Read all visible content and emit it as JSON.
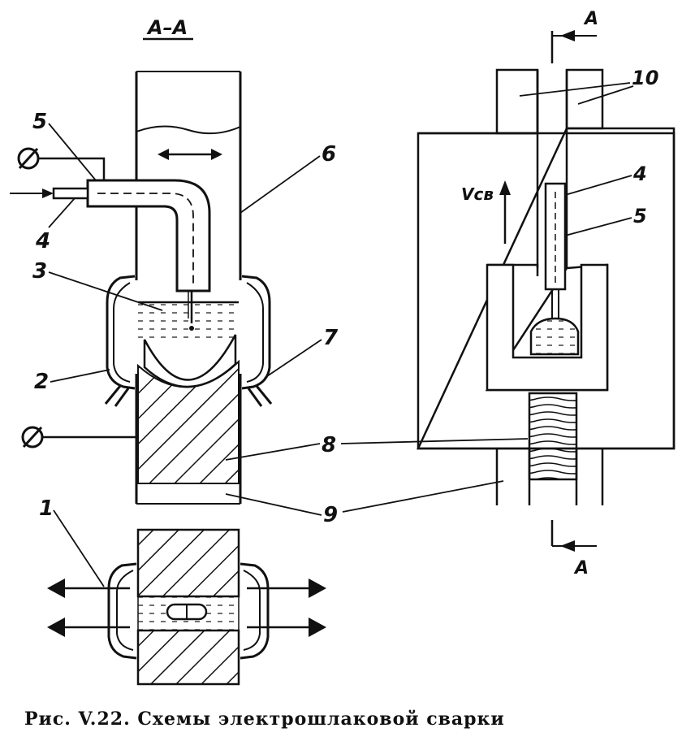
{
  "section_label": "А–А",
  "section_marker_top": "А",
  "section_marker_bottom": "А",
  "velocity_label": "Vсв",
  "callouts": {
    "n1": "1",
    "n2": "2",
    "n3": "3",
    "n4_left": "4",
    "n5_left": "5",
    "n6": "6",
    "n7": "7",
    "n8": "8",
    "n9": "9",
    "n10": "10",
    "n4_right": "4",
    "n5_right": "5"
  },
  "caption": "Рис. V.22. Схемы электрошлаковой сварки"
}
